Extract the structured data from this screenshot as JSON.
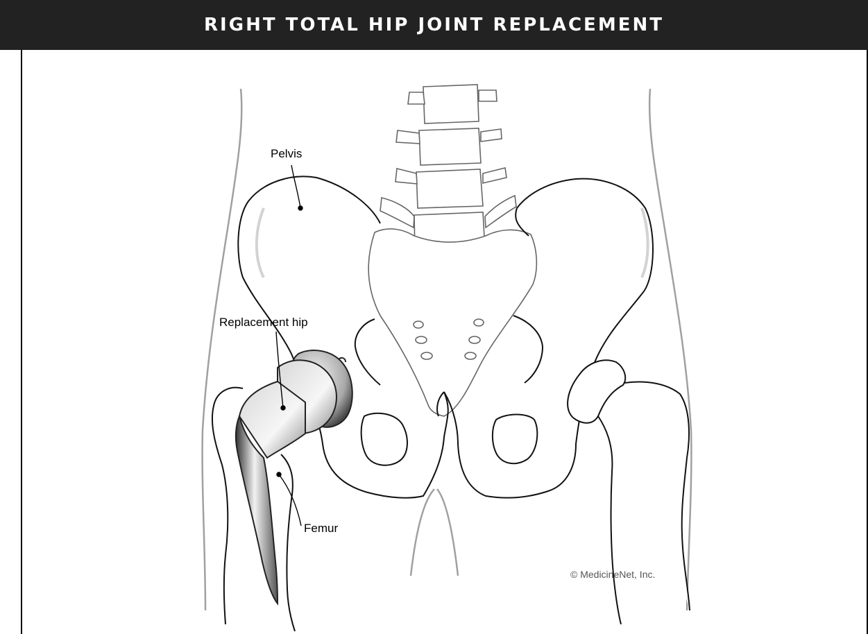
{
  "header": {
    "title": "RIGHT TOTAL HIP JOINT REPLACEMENT"
  },
  "labels": {
    "pelvis": "Pelvis",
    "replacement_hip": "Replacement hip",
    "femur": "Femur"
  },
  "credit": "© MedicineNet, Inc.",
  "colors": {
    "header_bg": "#222222",
    "outline": "#111111",
    "soft_outline": "#9a9a9a"
  }
}
